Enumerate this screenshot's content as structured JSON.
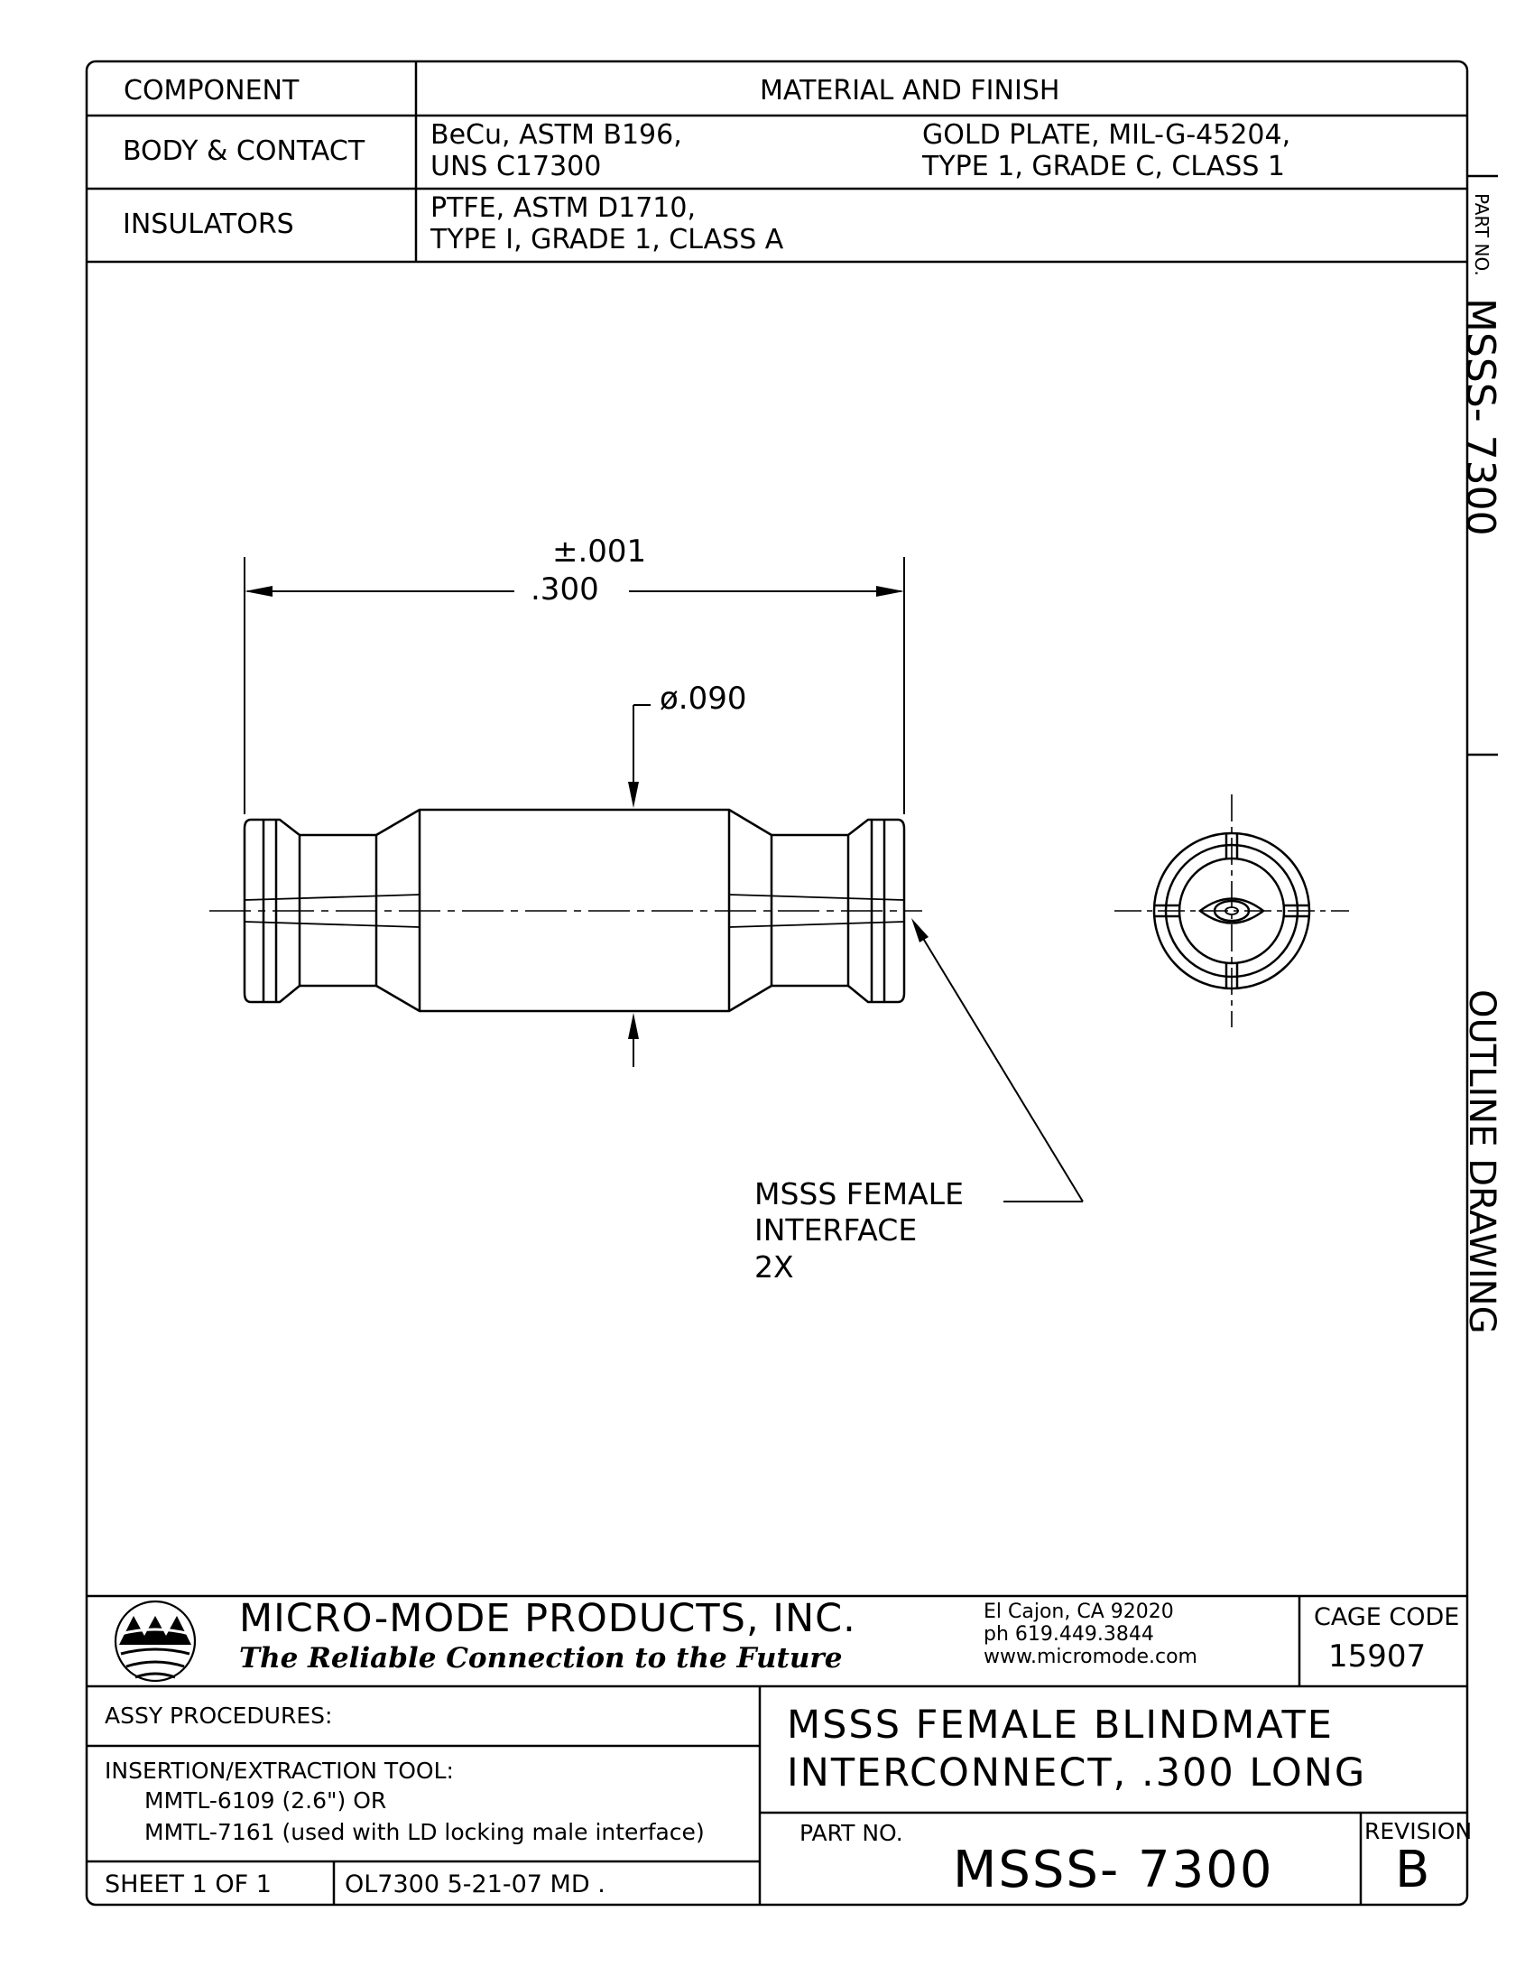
{
  "material_table": {
    "header_component": "COMPONENT",
    "header_material": "MATERIAL AND FINISH",
    "rows": [
      {
        "component": "BODY & CONTACT",
        "material_line1": "BeCu, ASTM B196,",
        "material_line2": "UNS C17300",
        "finish_line1": "GOLD PLATE, MIL-G-45204,",
        "finish_line2": "TYPE 1, GRADE C, CLASS 1"
      },
      {
        "component": "INSULATORS",
        "material_line1": "PTFE, ASTM D1710,",
        "material_line2": "TYPE I, GRADE 1, CLASS A"
      }
    ]
  },
  "drawing": {
    "length_tolerance": "±.001",
    "length": ".300",
    "diameter": "ø.090",
    "callout_line1": "MSSS FEMALE",
    "callout_line2": "INTERFACE",
    "callout_line3": "2X"
  },
  "side_labels": {
    "part_no_label": "PART NO.",
    "part_no": "MSSS- 7300",
    "drawing_type": "OUTLINE DRAWING"
  },
  "title_block": {
    "company": "MICRO-MODE PRODUCTS, INC.",
    "slogan": "The Reliable Connection to the Future",
    "address_line1": "El Cajon, CA 92020",
    "address_line2": "ph 619.449.3844",
    "address_line3": "www.micromode.com",
    "cage_code_label": "CAGE CODE",
    "cage_code": "15907",
    "assy_procedures": "ASSY PROCEDURES:",
    "tool_label": "INSERTION/EXTRACTION TOOL:",
    "tool_line1": "MMTL-6109 (2.6\")  OR",
    "tool_line2": "MMTL-7161 (used with LD locking male interface)",
    "sheet": "SHEET 1 OF 1",
    "drawing_ref": "OL7300 5-21-07   MD .",
    "title_line1": "MSSS FEMALE BLINDMATE",
    "title_line2": "INTERCONNECT, .300 LONG",
    "part_no_label": "PART NO.",
    "part_no": "MSSS- 7300",
    "revision_label": "REVISION",
    "revision": "B"
  }
}
